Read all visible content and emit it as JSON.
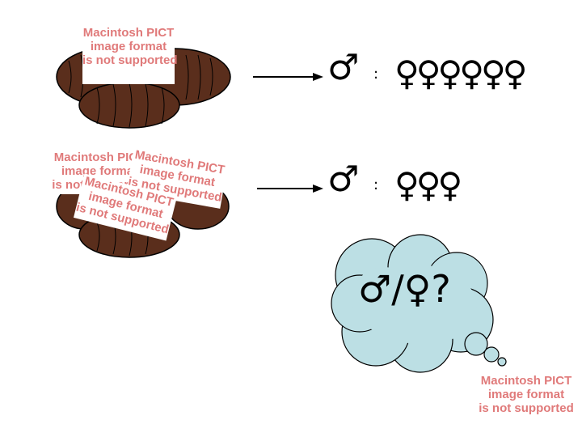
{
  "placeholder": {
    "line1": "Macintosh PICT",
    "line2": "image format",
    "line3": "is not supported"
  },
  "rows": [
    {
      "male_symbol": "♂",
      "separator": ":",
      "female_symbols": "♀♀♀♀♀♀"
    },
    {
      "male_symbol": "♂",
      "separator": ":",
      "female_symbols": "♀♀♀"
    }
  ],
  "thought": {
    "text": "♂/♀?"
  },
  "colors": {
    "cell_fill": "#5a2e1c",
    "cloud_fill": "#bcdfe4",
    "placeholder_text": "#e07a7a",
    "arrow": "#000000"
  }
}
